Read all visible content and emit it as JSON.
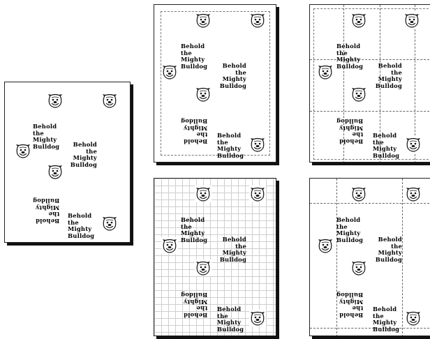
{
  "phrase": {
    "line1": "Behold",
    "line2": "the",
    "line3": "Mighty",
    "line4": "Bulldog"
  },
  "icons": {
    "bulldog": "bulldog-face-icon"
  },
  "colors": {
    "page": "#ffffff",
    "ink": "#000000",
    "guide": "#666666",
    "grid": "#cfcfcf",
    "shadow": "#111111"
  }
}
